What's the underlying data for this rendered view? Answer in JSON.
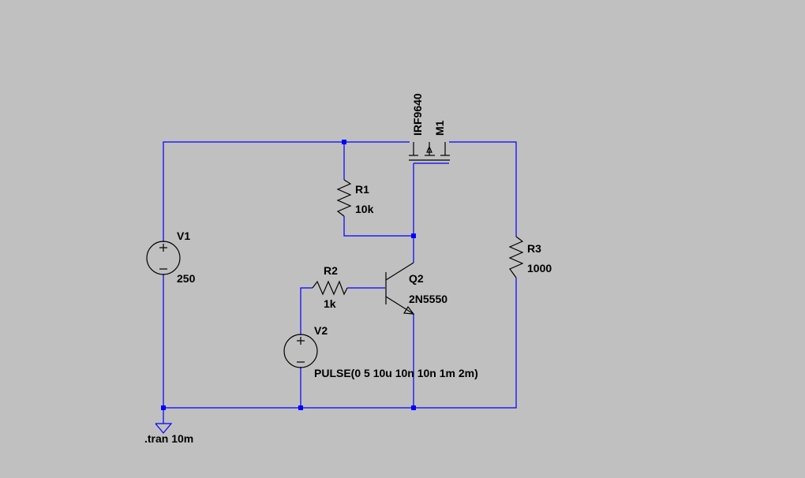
{
  "schematic": {
    "background": "#c0c0c0",
    "wire_color": "#0000ff",
    "component_color": "#000000",
    "components": {
      "v1": {
        "name": "V1",
        "value": "250"
      },
      "v2": {
        "name": "V2",
        "value": "PULSE(0 5 10u 10n 10n 1m 2m)"
      },
      "r1": {
        "name": "R1",
        "value": "10k"
      },
      "r2": {
        "name": "R2",
        "value": "1k"
      },
      "r3": {
        "name": "R3",
        "value": "1000"
      },
      "q2": {
        "name": "Q2",
        "value": "2N5550"
      },
      "m1": {
        "name": "M1",
        "value": "IRF9640"
      }
    },
    "directive": ".tran 10m"
  }
}
